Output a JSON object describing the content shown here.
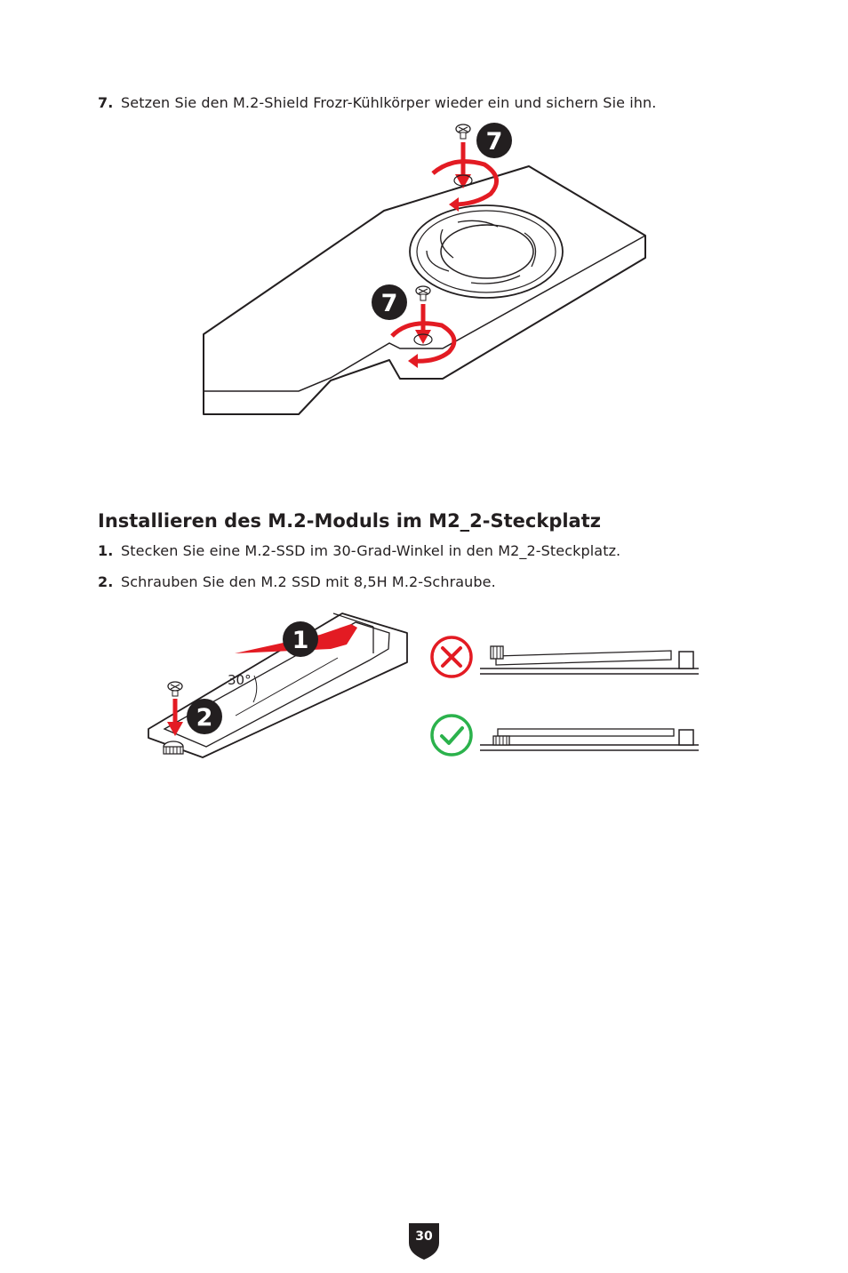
{
  "step7": {
    "number": "7.",
    "text": "Setzen Sie den M.2-Shield Frozr-Kühlkörper wieder ein und sichern Sie ihn."
  },
  "figure1": {
    "callouts": [
      "7",
      "7"
    ]
  },
  "section": {
    "heading": "Installieren des M.2-Moduls im M2_2-Steckplatz",
    "steps": [
      {
        "number": "1.",
        "text": "Stecken Sie eine M.2-SSD im 30-Grad-Winkel in den M2_2-Steckplatz."
      },
      {
        "number": "2.",
        "text": "Schrauben Sie den M.2 SSD mit 8,5H M.2-Schraube."
      }
    ]
  },
  "figure2": {
    "angle_label": "30°",
    "callouts": [
      "1",
      "2"
    ]
  },
  "colors": {
    "accent_red": "#e31b23",
    "accent_green": "#2bb24c",
    "badge": "#231f20"
  },
  "page_number": "30"
}
